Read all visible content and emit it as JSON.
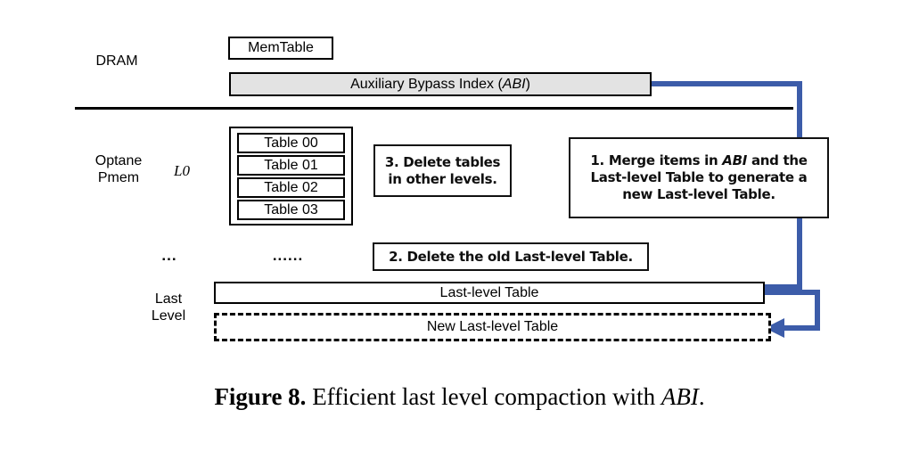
{
  "figure": {
    "caption_bold": "Figure 8.",
    "caption_rest": " Efficient last level compaction with ",
    "caption_italic": "ABI",
    "caption_end": "."
  },
  "colors": {
    "wire_blue": "#3C5CA9",
    "abi_fill": "#E3E3E3",
    "outline": "#000000"
  },
  "tiers": {
    "dram_label": "DRAM",
    "pmem_label": "Optane\nPmem",
    "l0_label": "L0",
    "ellipsis_left": "...",
    "ellipsis_mid": "......",
    "last_level_label": "Last\nLevel"
  },
  "dram": {
    "memtable": "MemTable",
    "abi": "Auxiliary Bypass Index (",
    "abi_italic": "ABI",
    "abi_end": ")"
  },
  "l0": {
    "tables": [
      "Table 00",
      "Table 01",
      "Table 02",
      "Table 03"
    ]
  },
  "last_level": {
    "old_table": "Last-level Table",
    "new_table": "New Last-level Table"
  },
  "callouts": {
    "step1_a": "1. Merge items in ",
    "step1_italic": "ABI",
    "step1_b": " and the Last-level Table to generate a new Last-level Table.",
    "step2": "2. Delete the old Last-level Table.",
    "step3": "3. Delete tables in other levels."
  }
}
